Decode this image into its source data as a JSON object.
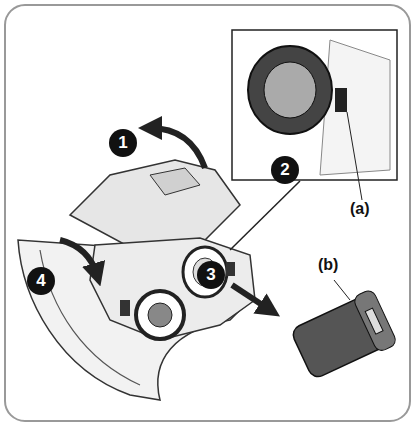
{
  "diagram": {
    "labels": [
      "1",
      "2",
      "3",
      "4",
      "(a)",
      "(b)"
    ]
  }
}
